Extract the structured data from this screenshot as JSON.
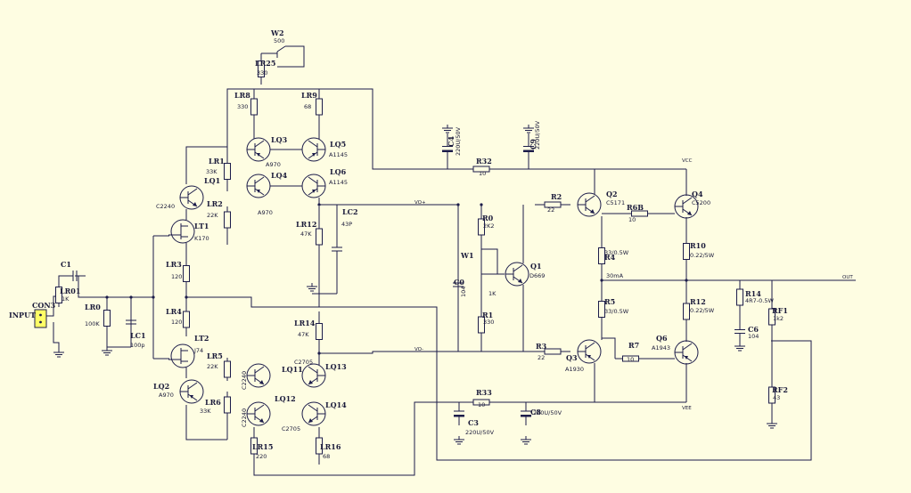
{
  "diagram": {
    "title": ""
  },
  "nets": {
    "input": "INPUT",
    "out": "OUT",
    "vcc": "VCC",
    "vee": "VEE",
    "vo_plus": "VO+",
    "vo_minus": "VO-",
    "bias_current": "30mA"
  },
  "connectors": [
    {
      "ref": "CON3"
    }
  ],
  "components": [
    {
      "ref": "C1",
      "value": ""
    },
    {
      "ref": "LR01",
      "value": "1K"
    },
    {
      "ref": "LR0",
      "value": "100K"
    },
    {
      "ref": "LC1",
      "value": "100p"
    },
    {
      "ref": "LT1",
      "value": "K170"
    },
    {
      "ref": "LT2",
      "value": "J74"
    },
    {
      "ref": "LQ1",
      "value": "C2240"
    },
    {
      "ref": "LQ2",
      "value": "A970"
    },
    {
      "ref": "LR1",
      "value": "33K"
    },
    {
      "ref": "LR2",
      "value": "22K"
    },
    {
      "ref": "LR3",
      "value": "120"
    },
    {
      "ref": "LR4",
      "value": "120"
    },
    {
      "ref": "LR5",
      "value": "22K"
    },
    {
      "ref": "LR6",
      "value": "33K"
    },
    {
      "ref": "W2",
      "value": "500"
    },
    {
      "ref": "LR25",
      "value": "330"
    },
    {
      "ref": "LR8",
      "value": "330"
    },
    {
      "ref": "LR9",
      "value": "68"
    },
    {
      "ref": "LQ3",
      "value": "A970"
    },
    {
      "ref": "LQ4",
      "value": "A970"
    },
    {
      "ref": "LQ5",
      "value": "A1145"
    },
    {
      "ref": "LQ6",
      "value": "A1145"
    },
    {
      "ref": "LR12",
      "value": "47K"
    },
    {
      "ref": "LC2",
      "value": "43P"
    },
    {
      "ref": "LR14",
      "value": "47K"
    },
    {
      "ref": "LQ11",
      "value": "C2240"
    },
    {
      "ref": "LQ12",
      "value": "C2240"
    },
    {
      "ref": "LQ13",
      "value": "C2705"
    },
    {
      "ref": "LQ14",
      "value": "C2705"
    },
    {
      "ref": "LR15",
      "value": "220"
    },
    {
      "ref": "LR16",
      "value": "68"
    },
    {
      "ref": "C4",
      "value": "220U/50V"
    },
    {
      "ref": "C9",
      "value": "220U/50V"
    },
    {
      "ref": "R32",
      "value": "10"
    },
    {
      "ref": "C3",
      "value": "220U/50V"
    },
    {
      "ref": "C8",
      "value": "220U/50V"
    },
    {
      "ref": "R33",
      "value": "10"
    },
    {
      "ref": "R0",
      "value": "2K2"
    },
    {
      "ref": "W1",
      "value": "1K"
    },
    {
      "ref": "R1",
      "value": "330"
    },
    {
      "ref": "C0",
      "value": "104"
    },
    {
      "ref": "Q1",
      "value": "D669"
    },
    {
      "ref": "R2",
      "value": "22"
    },
    {
      "ref": "R3",
      "value": "22"
    },
    {
      "ref": "Q2",
      "value": "C5171"
    },
    {
      "ref": "Q3",
      "value": "A1930"
    },
    {
      "ref": "R4",
      "value": "33/0.5W"
    },
    {
      "ref": "R5",
      "value": "33/0.5W"
    },
    {
      "ref": "R6B",
      "value": "10"
    },
    {
      "ref": "R7",
      "value": "10"
    },
    {
      "ref": "Q4",
      "value": "C5200"
    },
    {
      "ref": "Q6",
      "value": "A1943"
    },
    {
      "ref": "R10",
      "value": "0.22/5W"
    },
    {
      "ref": "R12",
      "value": "0.22/5W"
    },
    {
      "ref": "R14",
      "value": "4R7-0.5W"
    },
    {
      "ref": "C6",
      "value": "104"
    },
    {
      "ref": "RF1",
      "value": "1k2"
    },
    {
      "ref": "RF2",
      "value": "43"
    }
  ],
  "colors": {
    "background": "#fefde2",
    "wire": "#1c1c4a",
    "connector": "#ffff66"
  }
}
